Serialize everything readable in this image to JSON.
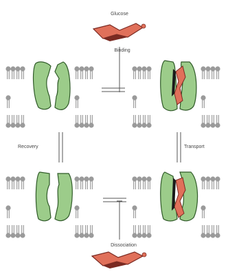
{
  "labels": {
    "glucose_top": "Glucose",
    "binding": "Binding",
    "recovery": "Recovery",
    "transport": "Transport",
    "dissociation": "Dissociation"
  },
  "colors": {
    "protein_fill": "#9ccc8a",
    "protein_stroke": "#2f5a28",
    "lipid_head": "#9a9a9a",
    "lipid_tail": "#8a8a8a",
    "glucose_fill": "#e0705a",
    "glucose_dark": "#7a2a22",
    "arrow": "#555555",
    "text": "#444444"
  },
  "icons": {
    "lipid": "phospholipid-bilayer-icon",
    "glucose": "glucose-molecule-icon",
    "transporter": "transporter-protein-icon"
  }
}
